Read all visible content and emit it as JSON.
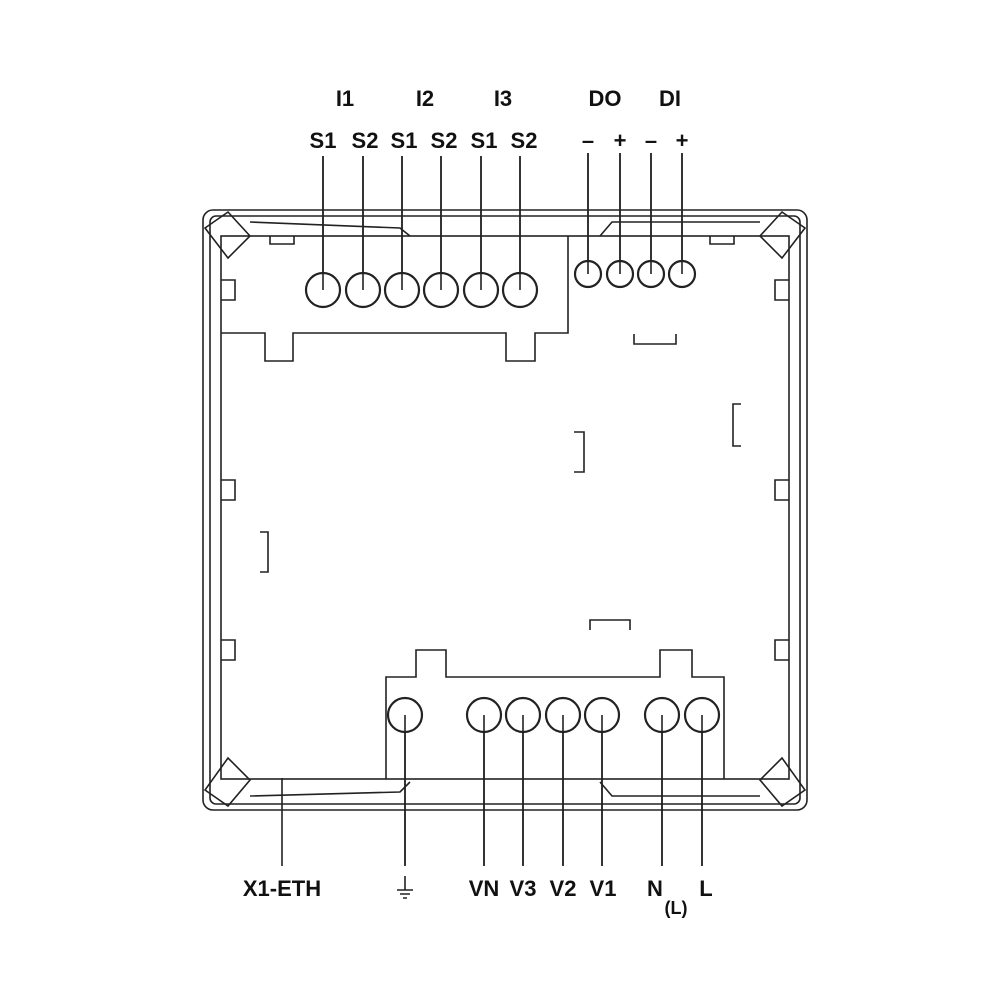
{
  "top_groups": [
    {
      "label": "I1"
    },
    {
      "label": "I2"
    },
    {
      "label": "I3"
    },
    {
      "label": "DO"
    },
    {
      "label": "DI"
    }
  ],
  "top_terminals": [
    {
      "label": "S1"
    },
    {
      "label": "S2"
    },
    {
      "label": "S1"
    },
    {
      "label": "S2"
    },
    {
      "label": "S1"
    },
    {
      "label": "S2"
    }
  ],
  "io_terminals": [
    {
      "label": "–"
    },
    {
      "label": "+"
    },
    {
      "label": "–"
    },
    {
      "label": "+"
    }
  ],
  "bottom": {
    "eth": "X1-ETH",
    "ground_icon": "ground-icon",
    "terminals": [
      {
        "label": "VN"
      },
      {
        "label": "V3"
      },
      {
        "label": "V2"
      },
      {
        "label": "V1"
      }
    ],
    "n_label": "N",
    "n_sub": "(L)",
    "l_label": "L"
  }
}
